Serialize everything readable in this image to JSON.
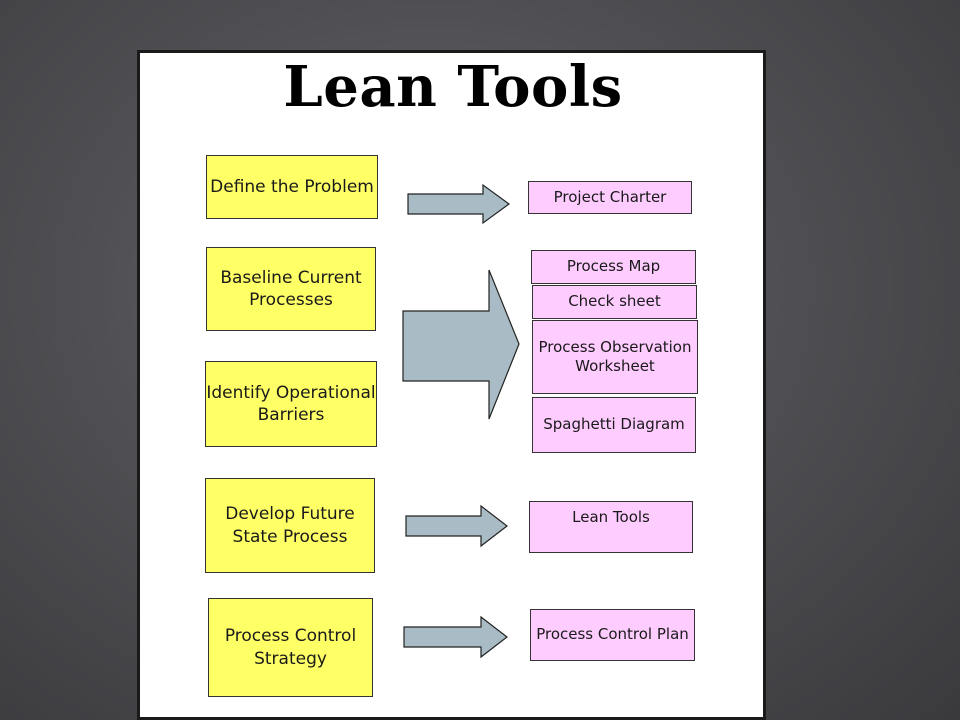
{
  "slide": {
    "title": "Lean Tools",
    "steps": [
      {
        "label": "Define the Problem"
      },
      {
        "label": "Baseline Current Processes"
      },
      {
        "label": "Identify Operational Barriers"
      },
      {
        "label": "Develop Future State Process"
      },
      {
        "label": "Process Control Strategy"
      }
    ],
    "tools": [
      {
        "label": "Project Charter"
      },
      {
        "label": "Process Map"
      },
      {
        "label": "Check sheet"
      },
      {
        "label": "Process Observation Worksheet"
      },
      {
        "label": "Spaghetti Diagram"
      },
      {
        "label": "Lean Tools"
      },
      {
        "label": "Process Control Plan"
      }
    ]
  },
  "colors": {
    "step_fill": "#ffff66",
    "tool_fill": "#ffccff",
    "arrow_fill": "#a9bcc6",
    "background": "#505054"
  }
}
